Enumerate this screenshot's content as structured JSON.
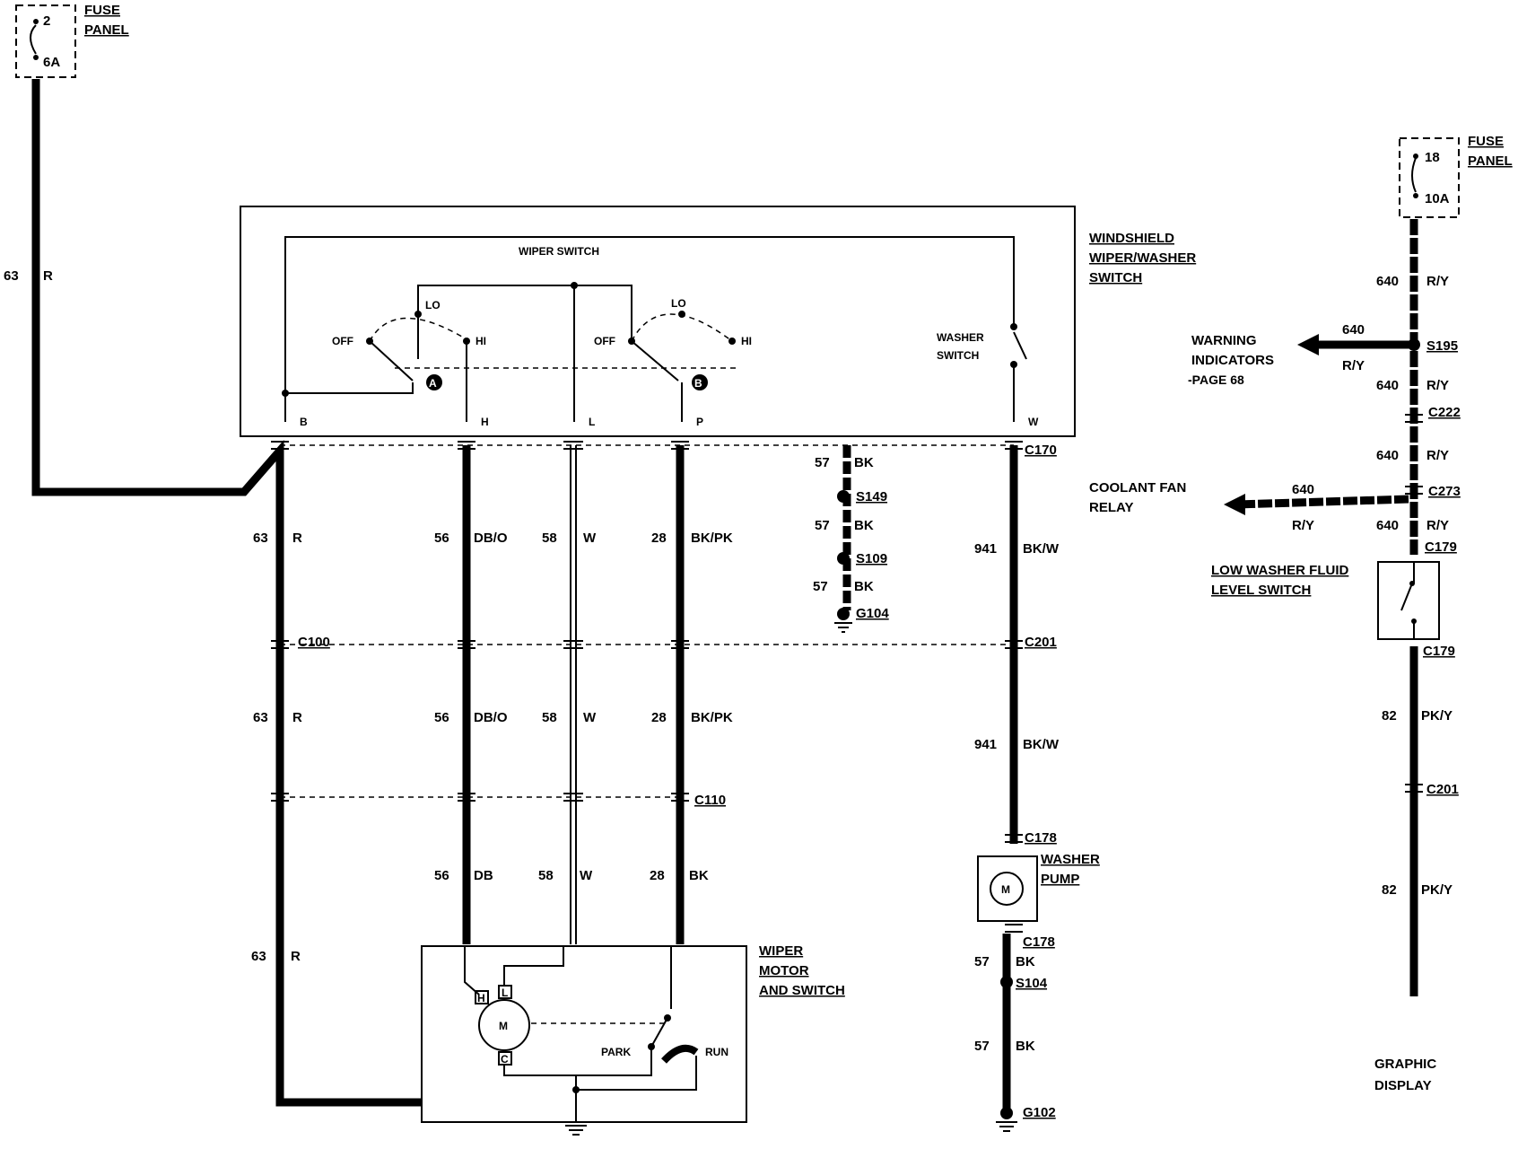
{
  "fuse_left": {
    "num": "2",
    "amp": "6A",
    "label1": "FUSE",
    "label2": "PANEL"
  },
  "fuse_right": {
    "num": "18",
    "amp": "10A",
    "label1": "FUSE",
    "label2": "PANEL"
  },
  "switch_box": {
    "title": "WIPER SWITCH",
    "name1": "WINDSHIELD",
    "name2": "WIPER/WASHER",
    "name3": "SWITCH",
    "off": "OFF",
    "lo": "LO",
    "hi": "HI",
    "a": "A",
    "b": "B",
    "washer1": "WASHER",
    "washer2": "SWITCH",
    "pins": [
      "B",
      "H",
      "L",
      "P",
      "W"
    ]
  },
  "wires": {
    "w63": "63",
    "r": "R",
    "w56": "56",
    "dbo": "DB/O",
    "db": "DB",
    "w58": "58",
    "wcol": "W",
    "w28": "28",
    "bkpk": "BK/PK",
    "bk": "BK",
    "w57": "57",
    "w941": "941",
    "bkw": "BK/W",
    "w640": "640",
    "ry": "R/Y",
    "w82": "82",
    "pky": "PK/Y"
  },
  "connectors": {
    "c170": "C170",
    "c100": "C100",
    "c201": "C201",
    "c110": "C110",
    "c178": "C178",
    "s149": "S149",
    "s109": "S109",
    "g104": "G104",
    "s104": "S104",
    "g102": "G102",
    "s195": "S195",
    "c222": "C222",
    "c273": "C273",
    "c179": "C179"
  },
  "components": {
    "motor1": "WIPER",
    "motor2": "MOTOR",
    "motor3": "AND SWITCH",
    "m": "M",
    "park": "PARK",
    "run": "RUN",
    "h": "H",
    "l": "L",
    "c": "C",
    "pump1": "WASHER",
    "pump2": "PUMP",
    "warn1": "WARNING",
    "warn2": "INDICATORS",
    "warn3": "-PAGE 68",
    "fan1": "COOLANT FAN",
    "fan2": "RELAY",
    "lowsw1": "LOW WASHER FLUID",
    "lowsw2": "LEVEL SWITCH",
    "graphic1": "GRAPHIC",
    "graphic2": "DISPLAY"
  }
}
